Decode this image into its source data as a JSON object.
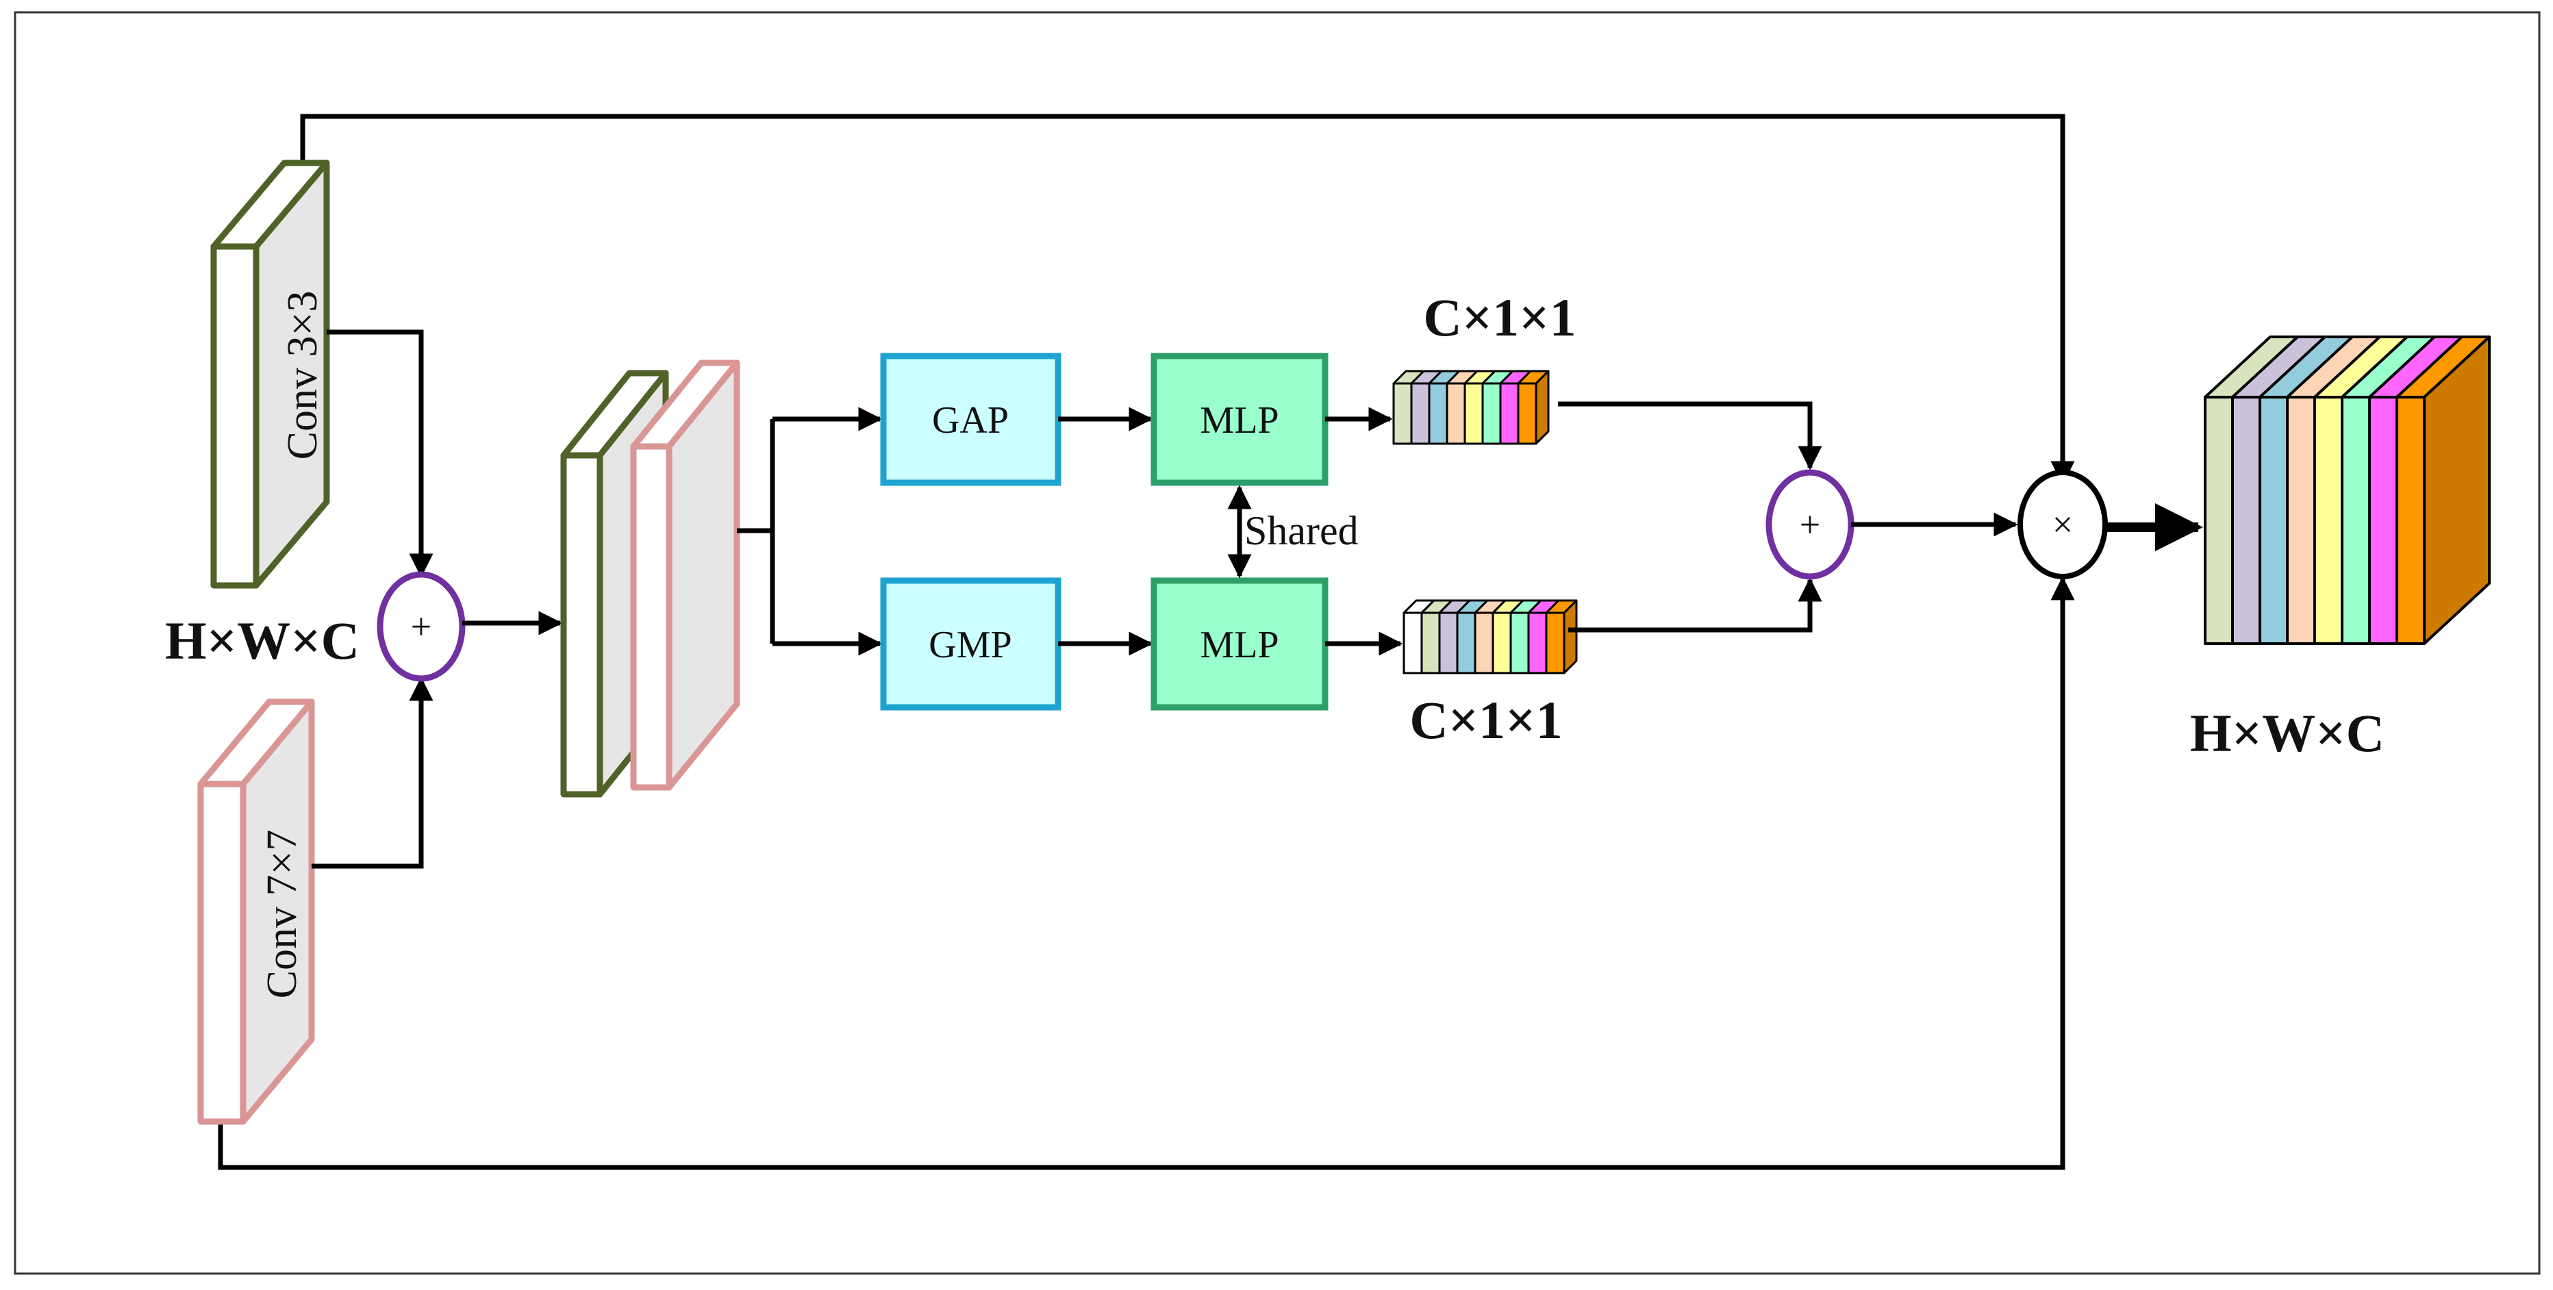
{
  "diagram": {
    "conv3": {
      "label": "Conv 3×3",
      "color": "#4f6228",
      "fill": "#e6e6e6"
    },
    "conv7": {
      "label": "Conv 7×7",
      "color": "#d99694",
      "fill": "#e6e6e6"
    },
    "input_dim": "H×W×C",
    "output_dim": "H×W×C",
    "gap_label": "GAP",
    "gmp_label": "GMP",
    "mlp_top_label": "MLP",
    "mlp_bottom_label": "MLP",
    "shared_label": "Shared",
    "top_vector_dim": "C×1×1",
    "bottom_vector_dim": "C×1×1",
    "add_symbol": "+",
    "mul_symbol": "×",
    "colors": {
      "pool_fill": "#ccffff",
      "pool_stroke": "#1ca3cf",
      "mlp_fill": "#99ffcc",
      "mlp_stroke": "#2e9e6a",
      "add_circle_stroke": "#7030a0",
      "vector_palette": [
        "#d7e4bd",
        "#ccc1da",
        "#93cddd",
        "#fcd5b5",
        "#ffff99",
        "#99ffcc",
        "#ff66ff",
        "#ff9900"
      ],
      "output_dark_face": "#cc7a00"
    }
  }
}
